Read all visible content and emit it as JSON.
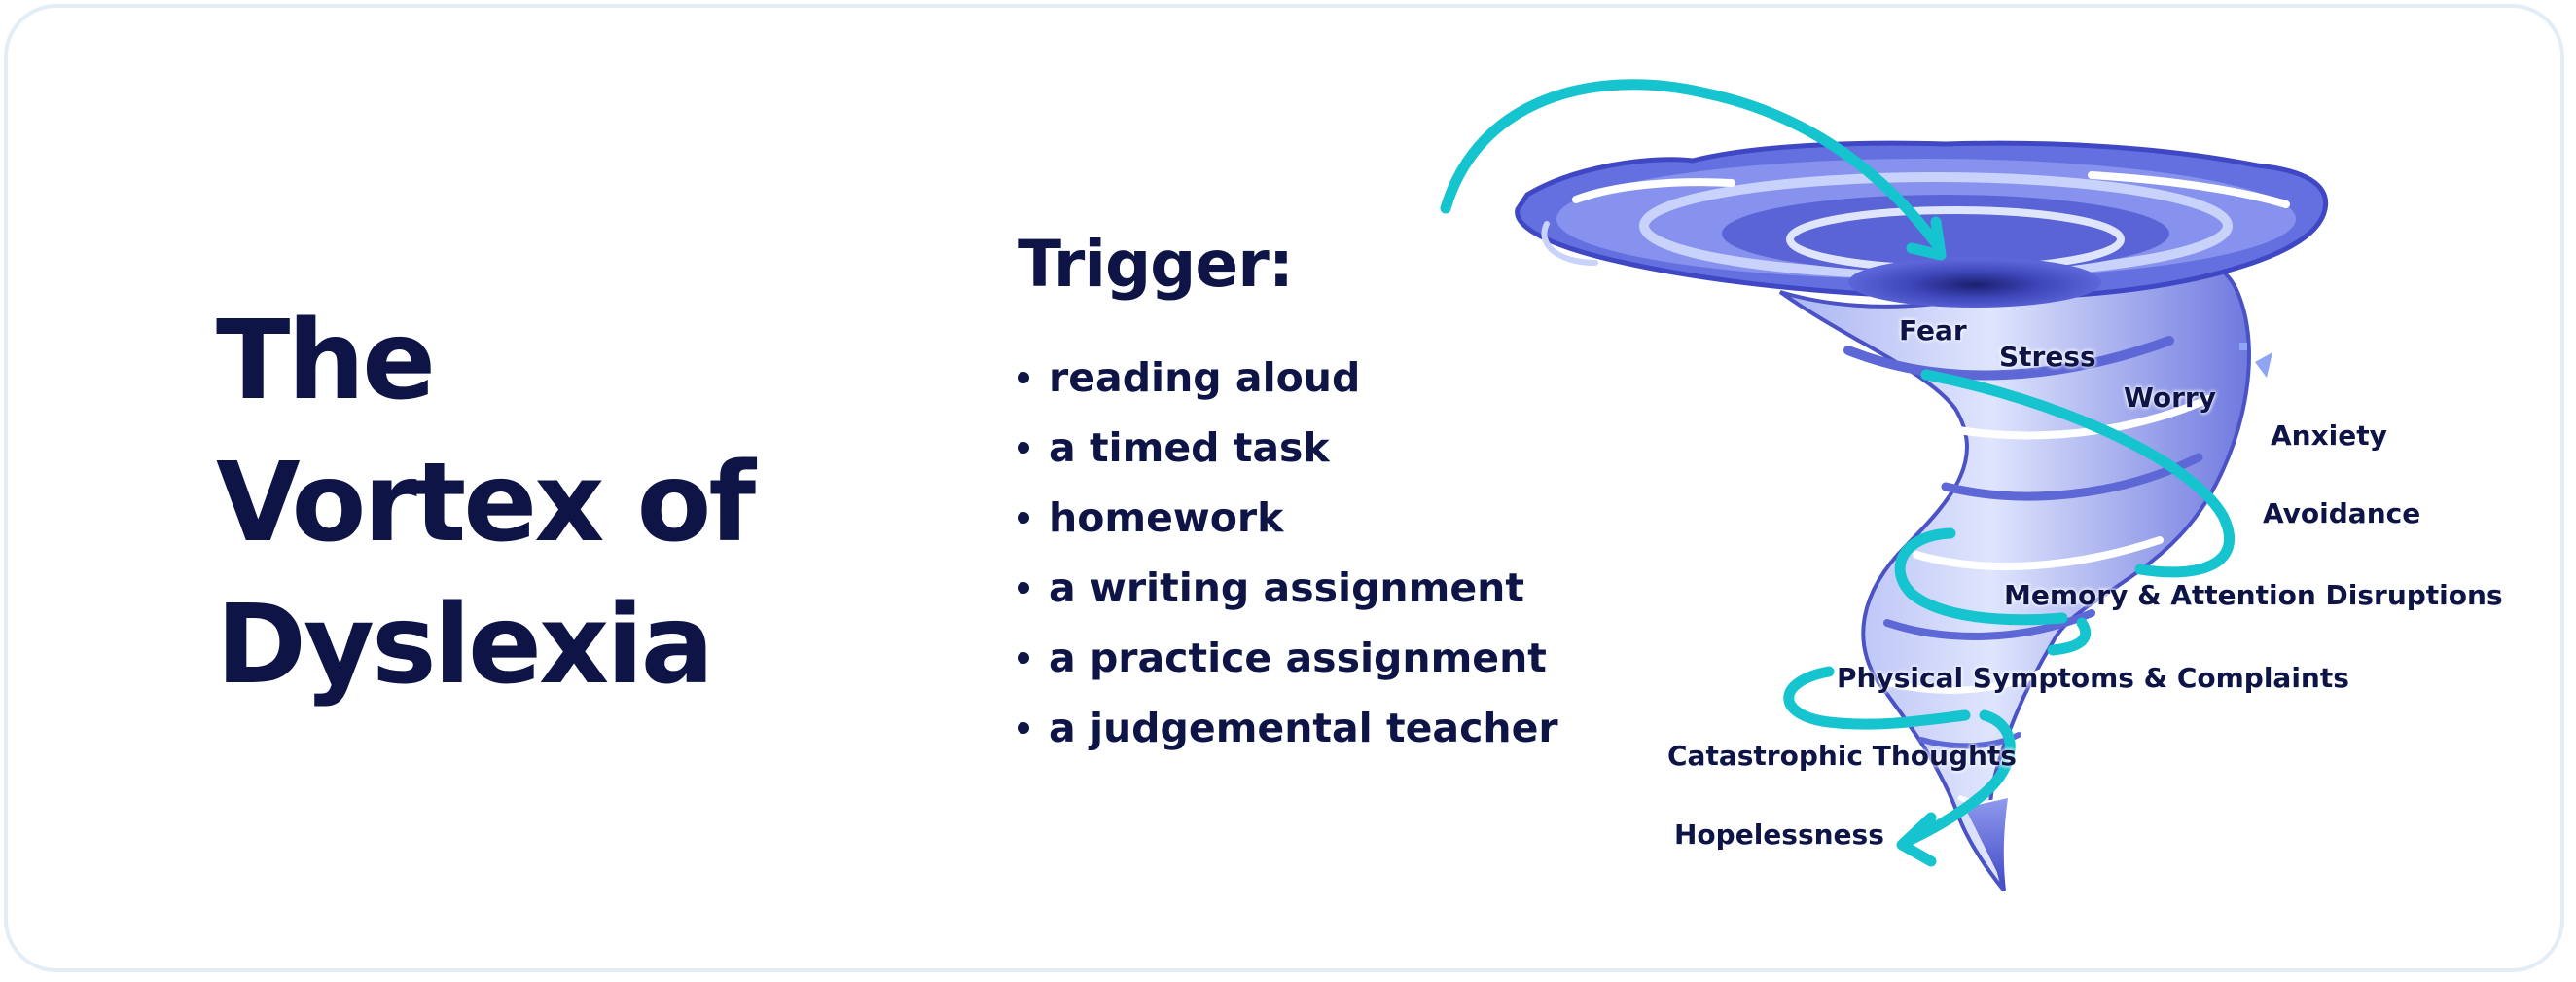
{
  "title_lines": [
    "The",
    "Vortex of",
    "Dyslexia"
  ],
  "trigger": {
    "heading": "Trigger:",
    "items": [
      "reading aloud",
      "a timed task",
      "homework",
      "a writing assignment",
      "a practice assignment",
      "a judgemental teacher"
    ]
  },
  "vortex_labels": [
    "Fear",
    "Stress",
    "Worry",
    "Anxiety",
    "Avoidance",
    "Memory & Attention Disruptions",
    "Physical Symptoms & Complaints",
    "Catastrophic Thoughts",
    "Hopelessness"
  ],
  "colors": {
    "text": "#0e1446",
    "tornado_dark": "#4a52c6",
    "tornado_mid": "#7b86e8",
    "tornado_light": "#c9d2fb",
    "arrow": "#15c4cf",
    "border": "#e3edf6"
  }
}
